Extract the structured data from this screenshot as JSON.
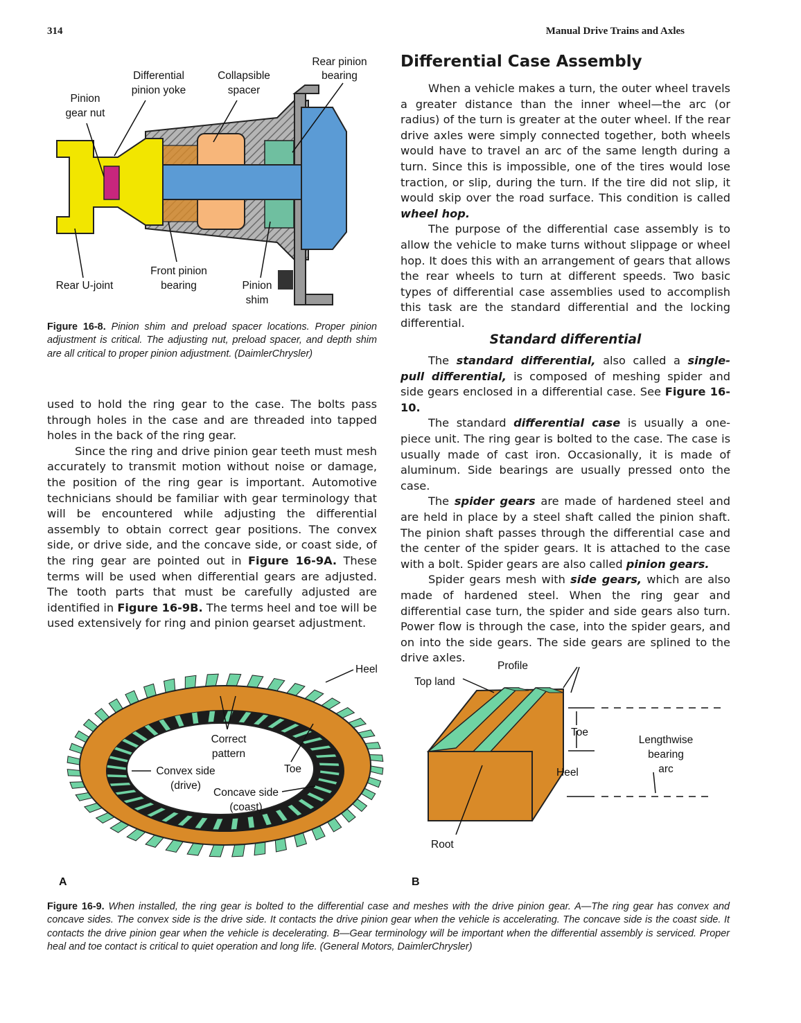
{
  "header": {
    "page_number": "314",
    "running_title": "Manual Drive Trains and Axles"
  },
  "figure_16_8": {
    "labels": {
      "rear_pinion_bearing": [
        "Rear pinion",
        "bearing"
      ],
      "differential_pinion_yoke": [
        "Differential",
        "pinion yoke"
      ],
      "collapsible_spacer": [
        "Collapsible",
        "spacer"
      ],
      "pinion_gear_nut": [
        "Pinion",
        "gear nut"
      ],
      "front_pinion_bearing": [
        "Front pinion",
        "bearing"
      ],
      "rear_u_joint": "Rear U-joint",
      "pinion_shim": [
        "Pinion",
        "shim"
      ]
    },
    "caption_number": "Figure 16-8.",
    "caption_text": "Pinion shim and preload spacer locations. Proper pinion adjustment is critical. The adjusting nut, preload spacer, and depth shim are all critical to proper pinion adjustment. (DaimlerChrysler)"
  },
  "left_column": {
    "p1": "used to hold the ring gear to the case. The bolts pass through holes in the case and are threaded into tapped holes in the back of the ring gear.",
    "p2_a": "Since the ring and drive pinion gear teeth must mesh accurately to transmit motion without noise or damage, the position of the ring gear is important. Automotive technicians should be familiar with gear terminology that will be encountered while adjusting the differential assembly to obtain correct gear positions. The convex side, or drive side, and the concave side, or coast side, of the ring gear are pointed out in ",
    "p2_ref1": "Figure 16-9A.",
    "p2_b": " These terms will be used when differential gears are adjusted. The tooth parts that must be carefully adjusted are identified in ",
    "p2_ref2": "Figure 16-9B.",
    "p2_c": " The terms heel and toe will be used extensively for ring and pinion gearset adjustment."
  },
  "right_column": {
    "section_title": "Differential Case Assembly",
    "p1_a": "When a vehicle makes a turn, the outer wheel travels a greater distance than the inner wheel—the arc (or radius) of the turn is greater at the outer wheel. If the rear drive axles were simply connected together, both wheels would have to travel an arc of the same length during a turn. Since this is impossible, one of the tires would lose traction, or slip, during the turn. If the tire did not slip, it would skip over the road surface. This condition is called ",
    "p1_term": "wheel hop.",
    "p2": "The purpose of the differential case assembly is to allow the vehicle to make turns without slippage or wheel hop. It does this with an arrangement of gears that allows the rear wheels to turn at different speeds. Two basic types of differential case assemblies used to accomplish this task are the standard differential and the locking differential.",
    "subsection_title": "Standard differential",
    "p3_a": "The ",
    "p3_term1": "standard differential,",
    "p3_b": " also called a ",
    "p3_term2": "single-pull differential,",
    "p3_c": " is composed of meshing spider and side gears enclosed in a differential case. See ",
    "p3_ref": "Figure 16-10.",
    "p4_a": "The standard ",
    "p4_term": "differential case",
    "p4_b": " is usually a one-piece unit. The ring gear is bolted to the case. The case is usually made of cast iron. Occasionally, it is made of aluminum. Side bearings are usually pressed onto the case.",
    "p5_a": "The ",
    "p5_term1": "spider gears",
    "p5_b": " are made of hardened steel and are held in place by a steel shaft called the pinion shaft. The pinion shaft passes through the differential case and the center of the spider gears. It is attached to the case with a bolt. Spider gears are also called ",
    "p5_term2": "pinion gears.",
    "p6_a": "Spider gears mesh with ",
    "p6_term": "side gears,",
    "p6_b": " which are also made of hardened steel. When the ring gear and differential case turn, the spider and side gears also turn. Power flow is through the case, into the spider gears, and on into the side gears. The side gears are splined to the drive axles."
  },
  "figure_16_9": {
    "a_labels": {
      "heel": "Heel",
      "correct_pattern": [
        "Correct",
        "pattern"
      ],
      "toe": "Toe",
      "convex_side": [
        "Convex side",
        "(drive)"
      ],
      "concave_side": [
        "Concave side",
        "(coast)"
      ],
      "panel": "A"
    },
    "b_labels": {
      "profile": "Profile",
      "top_land": "Top land",
      "toe": "Toe",
      "lengthwise_bearing_arc": [
        "Lengthwise",
        "bearing",
        "arc"
      ],
      "heel": "Heel",
      "root": "Root",
      "panel": "B"
    },
    "caption_number": "Figure 16-9.",
    "caption_text": "When installed, the ring gear is bolted to the differential case and meshes with the drive pinion gear. A—The ring gear has convex and concave sides. The convex side is the drive side. It contacts the drive pinion gear when the vehicle is accelerating. The concave side is the coast side. It contacts the drive pinion gear when the vehicle is decelerating. B—Gear terminology will be important when the differential assembly is serviced. Proper heal and toe contact is critical to quiet operation and long life. (General Motors, DaimlerChrysler)"
  },
  "colors": {
    "yoke_yellow": "#f2e600",
    "shaft_blue": "#5b9bd5",
    "spacer_orange": "#f7b67a",
    "housing_gray": "#9a9a9a",
    "gear_orange": "#d98a28",
    "tooth_green": "#6fd3a3",
    "nut_magenta": "#c8267d"
  }
}
